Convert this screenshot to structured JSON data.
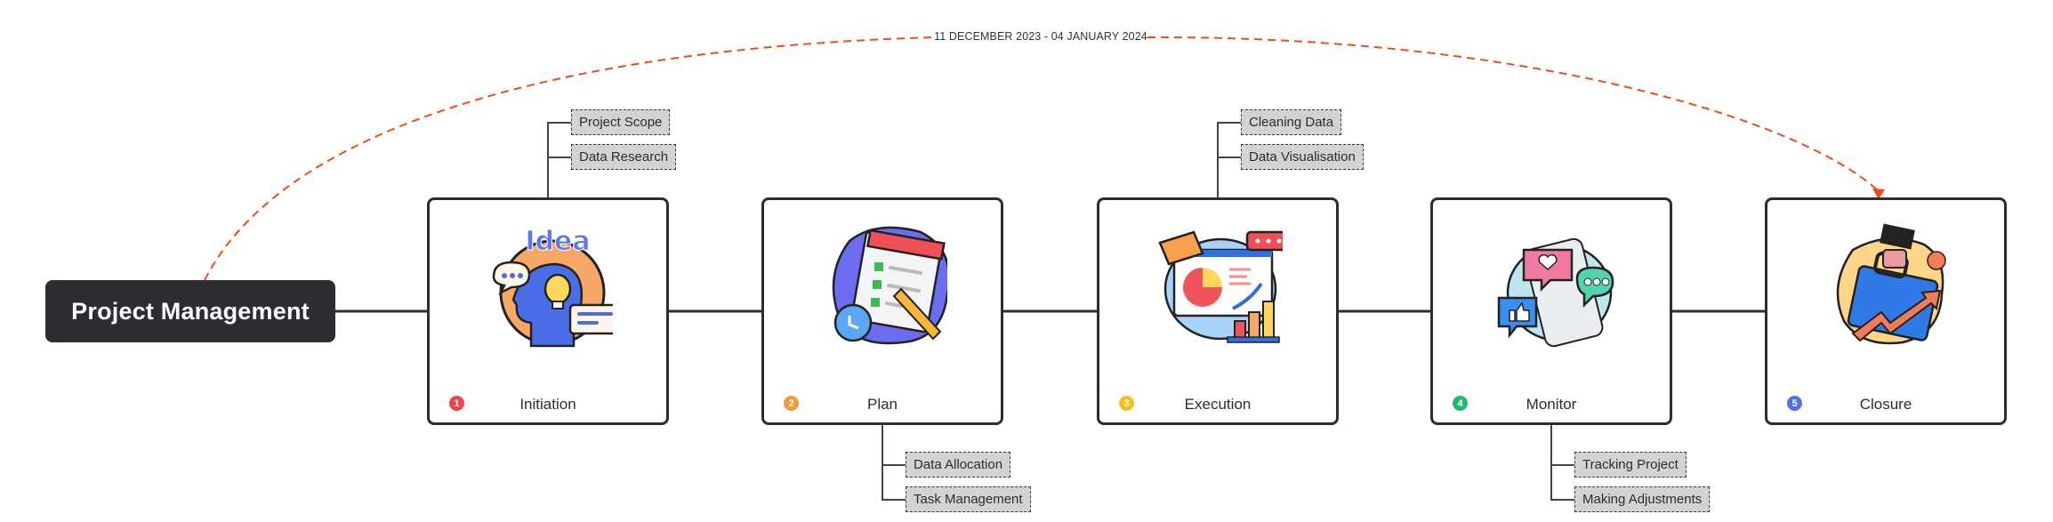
{
  "root": {
    "label": "Project Management"
  },
  "timeline": {
    "date_range": "11 DECEMBER 2023 - 04 JANUARY 2024",
    "color": "#f04a1c"
  },
  "phases": [
    {
      "number": "1",
      "label": "Initiation",
      "badge_color": "#ee4444",
      "illustration": "idea-head-lightbulb-icon",
      "subtopics": [
        "Project Scope",
        "Data Research"
      ],
      "subtopic_position": "above"
    },
    {
      "number": "2",
      "label": "Plan",
      "badge_color": "#f59a3a",
      "illustration": "checklist-calendar-pencil-icon",
      "subtopics": [
        "Data Allocation",
        "Task Management"
      ],
      "subtopic_position": "below"
    },
    {
      "number": "3",
      "label": "Execution",
      "badge_color": "#f2c21b",
      "illustration": "presentation-chart-icon",
      "subtopics": [
        "Cleaning Data",
        "Data Visualisation"
      ],
      "subtopic_position": "above"
    },
    {
      "number": "4",
      "label": "Monitor",
      "badge_color": "#1fb86f",
      "illustration": "social-feedback-phone-icon",
      "subtopics": [
        "Tracking Project",
        "Making Adjustments"
      ],
      "subtopic_position": "below"
    },
    {
      "number": "5",
      "label": "Closure",
      "badge_color": "#5470e8",
      "illustration": "briefcase-growth-icon",
      "subtopics": [],
      "subtopic_position": "none"
    }
  ]
}
